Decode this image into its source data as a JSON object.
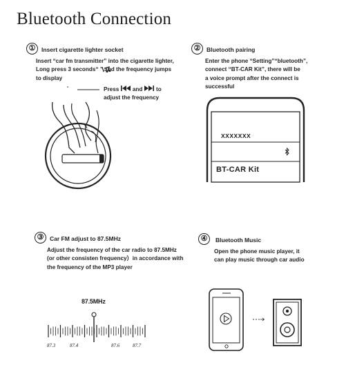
{
  "page": {
    "title": "Bluetooth Connection"
  },
  "steps": [
    {
      "number": "①",
      "title": "Insert cigarette lighter socket",
      "lines": [
        "Insert “car fm transmitter” into the cigarette lighter,",
        "Long press  3 seconds“ ”,and the frequency jumps",
        "to display"
      ],
      "callout_lines": [
        "Press ⏮ and ⏭ to",
        "adjust the frequency"
      ]
    },
    {
      "number": "②",
      "title": "Bluetooth pairing",
      "lines": [
        "Enter the phone “Setting”“bluetooth”,",
        "connect “BT-CAR Kit”,    there will be",
        "a voice prompt after the connect is",
        "successful"
      ],
      "phone": {
        "device_text": "XXXXXXX",
        "name_text": "BT-CAR Kit"
      }
    },
    {
      "number": "③",
      "title": "Car FM adjust to 87.5MHz",
      "lines": [
        "Adjust the frequency of the car radio to 87.5MHz",
        "(or other consisten frequency）in accordance with",
        "the frequency of the MP3 player"
      ],
      "dial": {
        "readout": "87.5MHz",
        "tick_labels": [
          "87.3",
          "87.4",
          "87.6",
          "87.7"
        ],
        "value": 87.5
      }
    },
    {
      "number": "④",
      "title": "Bluetooth Music",
      "lines": [
        "Open the phone music player, it",
        "can play music through car audio"
      ]
    }
  ],
  "icons": [
    "bluetooth-icon",
    "play-icon",
    "speaker-icon",
    "music-note-icon",
    "prev-track-icon",
    "next-track-icon"
  ]
}
